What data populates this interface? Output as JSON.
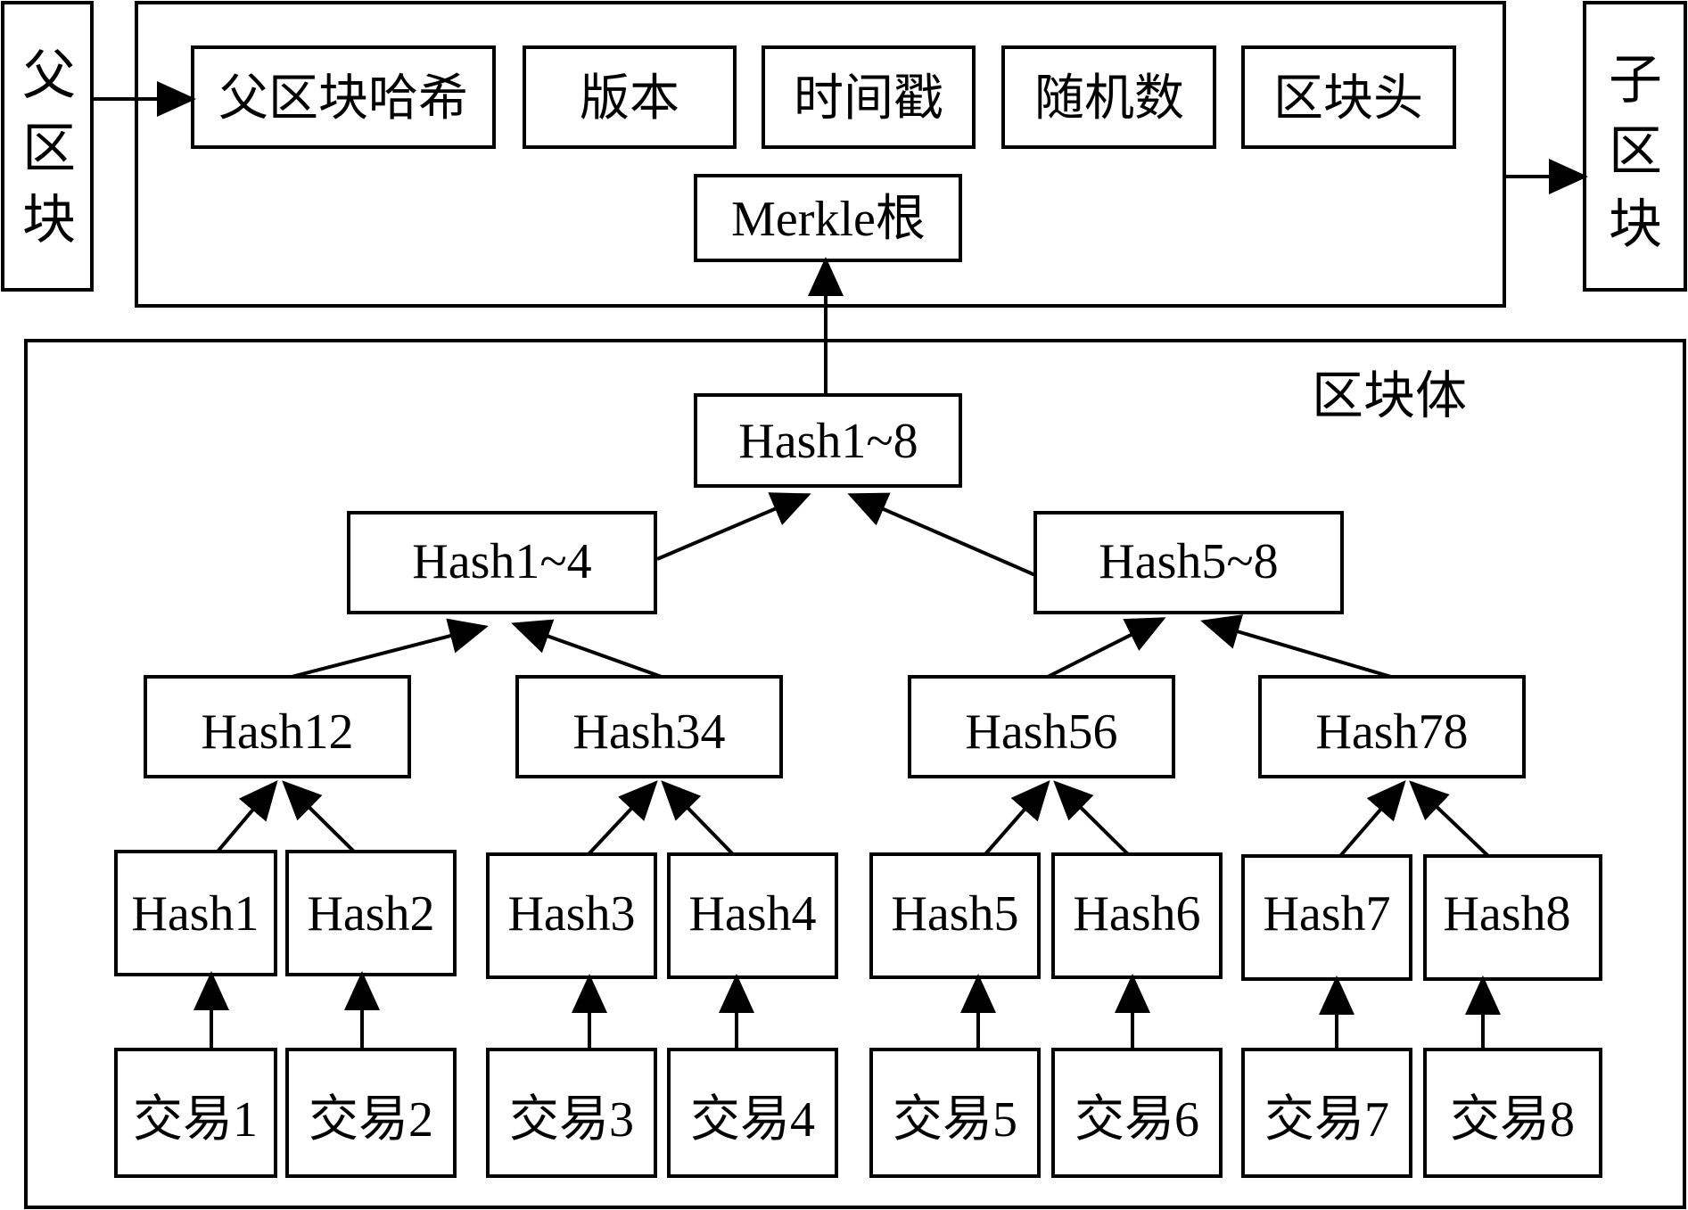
{
  "parent_block": [
    "父",
    "区",
    "块"
  ],
  "child_block": [
    "子",
    "区",
    "块"
  ],
  "header_fields": [
    "父区块哈希",
    "版本",
    "时间戳",
    "随机数",
    "区块头"
  ],
  "merkle_root": "Merkle根",
  "body_title": "区块体",
  "root_hash": "Hash1~8",
  "level2": [
    "Hash1~4",
    "Hash5~8"
  ],
  "level3": [
    "Hash12",
    "Hash34",
    "Hash56",
    "Hash78"
  ],
  "leaf_hashes": [
    "Hash1",
    "Hash2",
    "Hash3",
    "Hash4",
    "Hash5",
    "Hash6",
    "Hash7",
    "Hash8"
  ],
  "transactions": [
    "交易1",
    "交易2",
    "交易3",
    "交易4",
    "交易5",
    "交易6",
    "交易7",
    "交易8"
  ]
}
